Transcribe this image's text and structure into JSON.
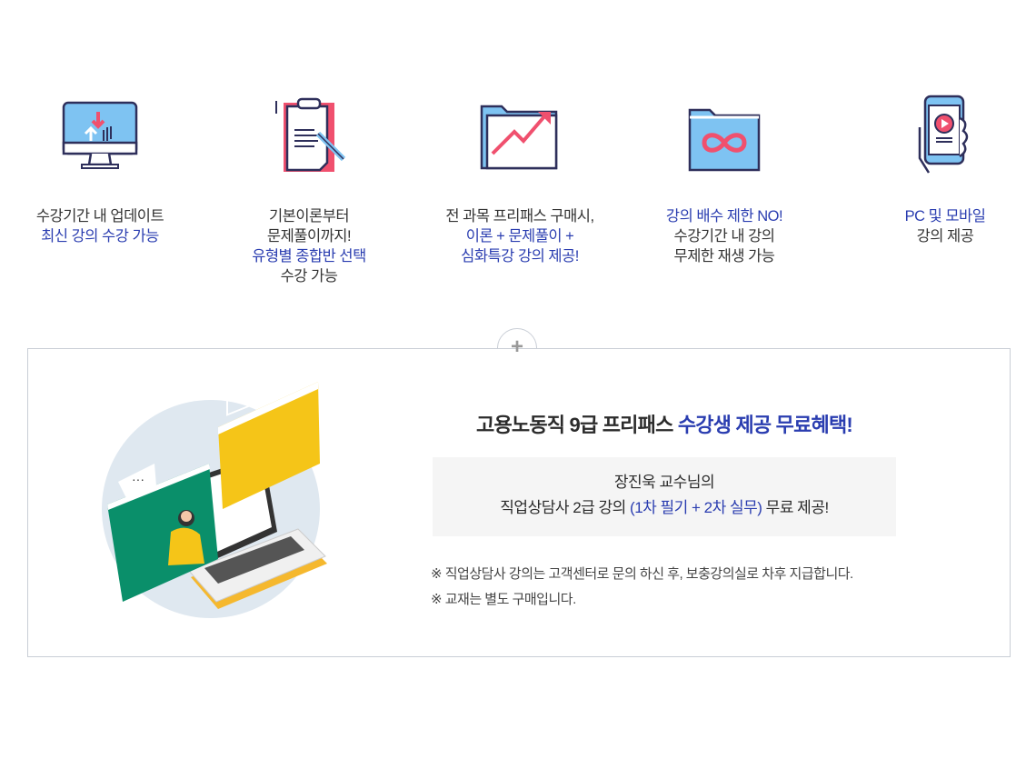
{
  "features": [
    {
      "icon": "monitor-update-icon",
      "lines": [
        {
          "t": "수강기간 내 업데이트",
          "blue": false
        },
        {
          "t": "최신 강의 수강 가능",
          "blue": true
        }
      ]
    },
    {
      "icon": "clipboard-pencil-icon",
      "lines": [
        {
          "t": "기본이론부터",
          "blue": false
        },
        {
          "t": "문제풀이까지!",
          "blue": false
        },
        {
          "t": "유형별 종합반 선택",
          "blue": true
        },
        {
          "t": "수강 가능",
          "blue": false
        }
      ]
    },
    {
      "icon": "folder-chart-icon",
      "lines": [
        {
          "t": "전 과목 프리패스 구매시,",
          "blue": false
        },
        {
          "t": "이론 + 문제풀이 +",
          "blue": true
        },
        {
          "t": "심화특강 강의 제공!",
          "blue": true
        }
      ]
    },
    {
      "icon": "folder-infinity-icon",
      "lines": [
        {
          "t": "강의 배수 제한 NO!",
          "blue": true
        },
        {
          "t": "수강기간 내 강의",
          "blue": false
        },
        {
          "t": "무제한 재생 가능",
          "blue": false
        }
      ]
    },
    {
      "icon": "mobile-play-icon",
      "lines": [
        {
          "t": "PC 및 모바일",
          "blue": true
        },
        {
          "t": "강의 제공",
          "blue": false
        }
      ]
    }
  ],
  "benefit": {
    "plus_symbol": "+",
    "title_prefix": "고용노동직 9급 프리패스 ",
    "title_highlight": "수강생 제공 무료혜택!",
    "line1": "장진욱 교수님의",
    "line2_prefix": "직업상담사 2급 강의 ",
    "line2_highlight": "(1차 필기 + 2차 실무)",
    "line2_suffix": " 무료 제공!",
    "notes": [
      "※ 직업상담사 강의는 고객센터로 문의 하신 후, 보충강의실로 차후 지급합니다.",
      "※ 교재는 별도 구매입니다."
    ]
  },
  "colors": {
    "blue": "#2a3db0",
    "accent_red": "#f0506e",
    "light_blue": "#7ec3f2",
    "navy": "#2e2f5b",
    "yellow": "#f5c518",
    "green": "#0a8f6a"
  }
}
